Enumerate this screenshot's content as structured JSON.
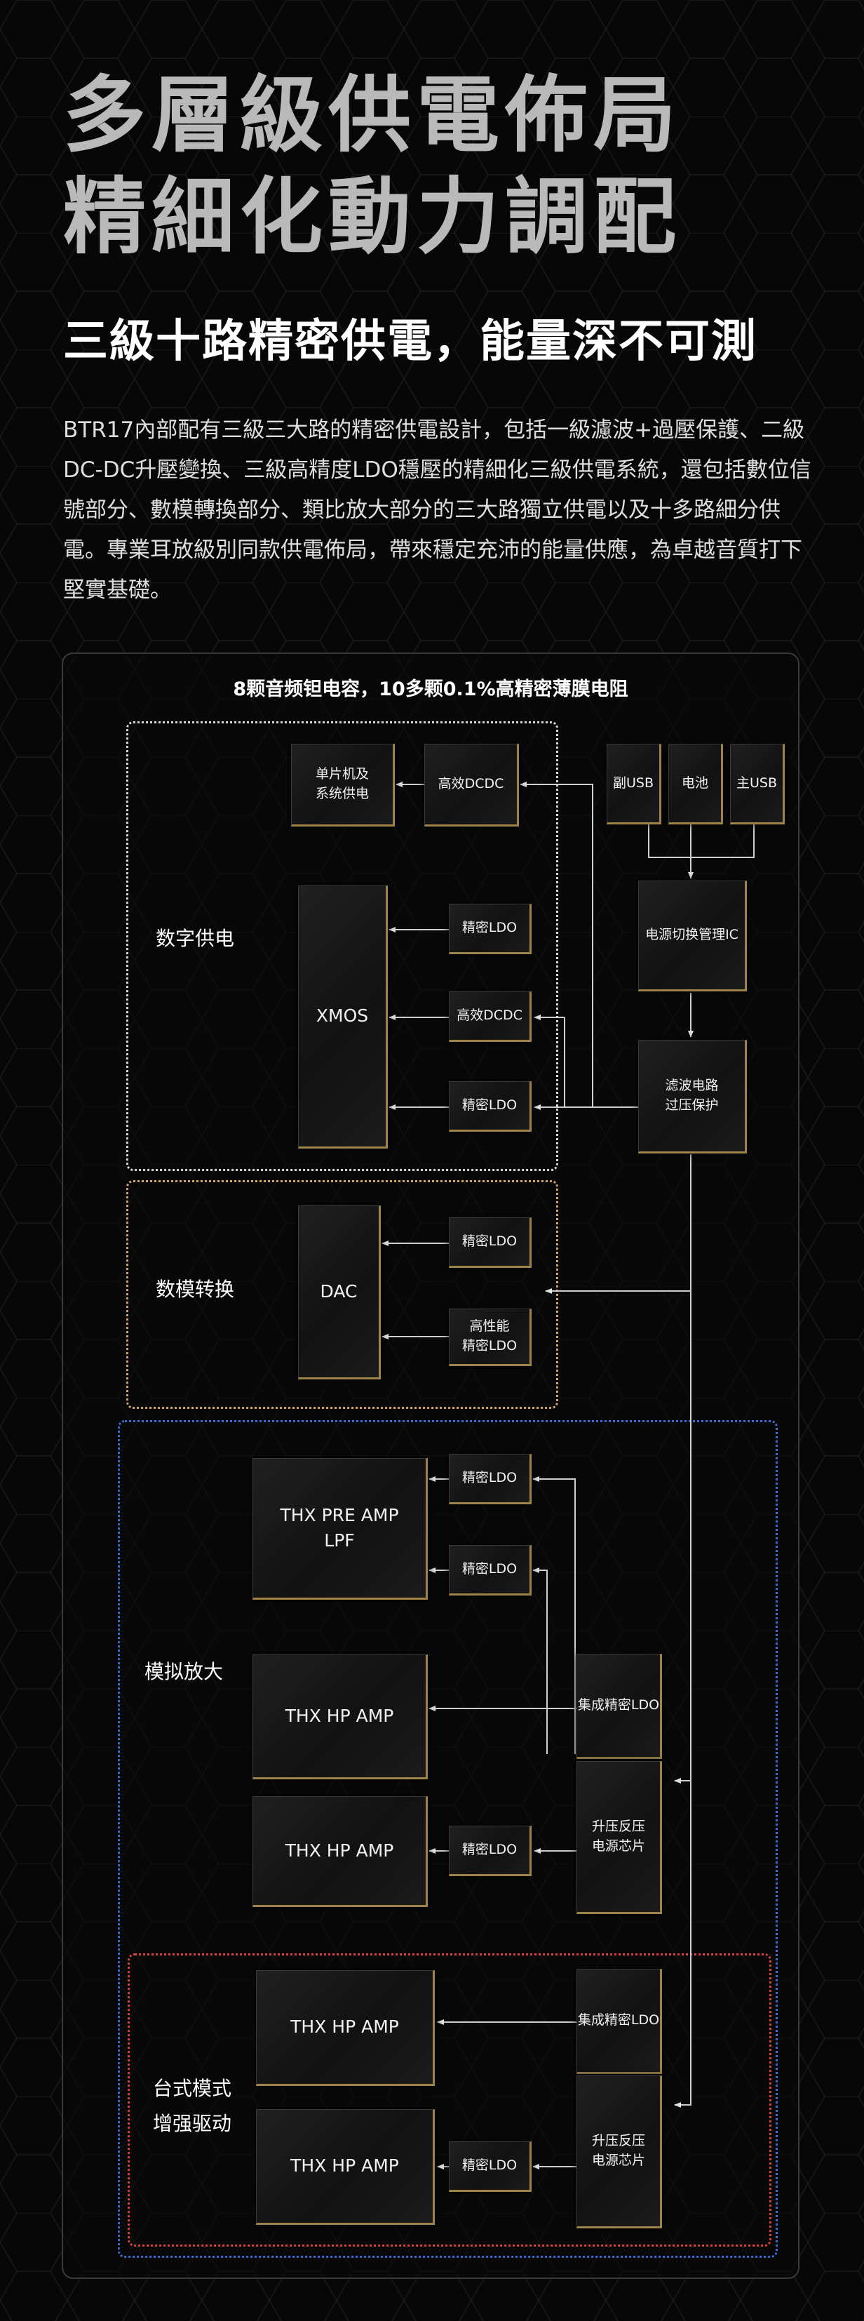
{
  "headline": {
    "line1": "多層級供電佈局",
    "line2": "精細化動力調配"
  },
  "subhead": "三級十路精密供電，能量深不可測",
  "paragraph": "BTR17內部配有三級三大路的精密供電設計，包括一級濾波+過壓保護、二級DC-DC升壓變換、三級高精度LDO穩壓的精細化三級供電系統，還包括數位信號部分、數模轉換部分、類比放大部分的三大路獨立供電以及十多路細分供電。專業耳放級別同款供電佈局，帶來穩定充沛的能量供應，為卓越音質打下堅實基礎。",
  "diagram": {
    "caption": "8颗音频钽电容，10多颗0.1%高精密薄膜电阻",
    "groups": {
      "digital": "数字供电",
      "dac": "数模转换",
      "analog": "模拟放大",
      "desktop": "台式模式\n增强驱动"
    },
    "blocks": {
      "mcu": "单片机及\n系统供电",
      "dcdc_top": "高效DCDC",
      "aux_usb": "副USB",
      "battery": "电池",
      "main_usb": "主USB",
      "xmos": "XMOS",
      "ldo_xmos_1": "精密LDO",
      "dcdc_xmos": "高效DCDC",
      "ldo_xmos_2": "精密LDO",
      "power_switch_ic": "电源切换管理IC",
      "filter_ovp": "滤波电路\n过压保护",
      "dac": "DAC",
      "ldo_dac_1": "精密LDO",
      "ldo_dac_2": "高性能\n精密LDO",
      "thx_pre_amp": "THX PRE AMP\nLPF",
      "ldo_pre_1": "精密LDO",
      "ldo_pre_2": "精密LDO",
      "thx_hp_amp_1": "THX HP AMP",
      "integrated_ldo_1": "集成精密LDO",
      "thx_hp_amp_2": "THX HP AMP",
      "ldo_hp_2": "精密LDO",
      "boost_buck_1": "升压反压\n电源芯片",
      "thx_hp_amp_3": "THX HP AMP",
      "integrated_ldo_2": "集成精密LDO",
      "thx_hp_amp_4": "THX HP AMP",
      "ldo_hp_4": "精密LDO",
      "boost_buck_2": "升压反压\n电源芯片"
    }
  }
}
